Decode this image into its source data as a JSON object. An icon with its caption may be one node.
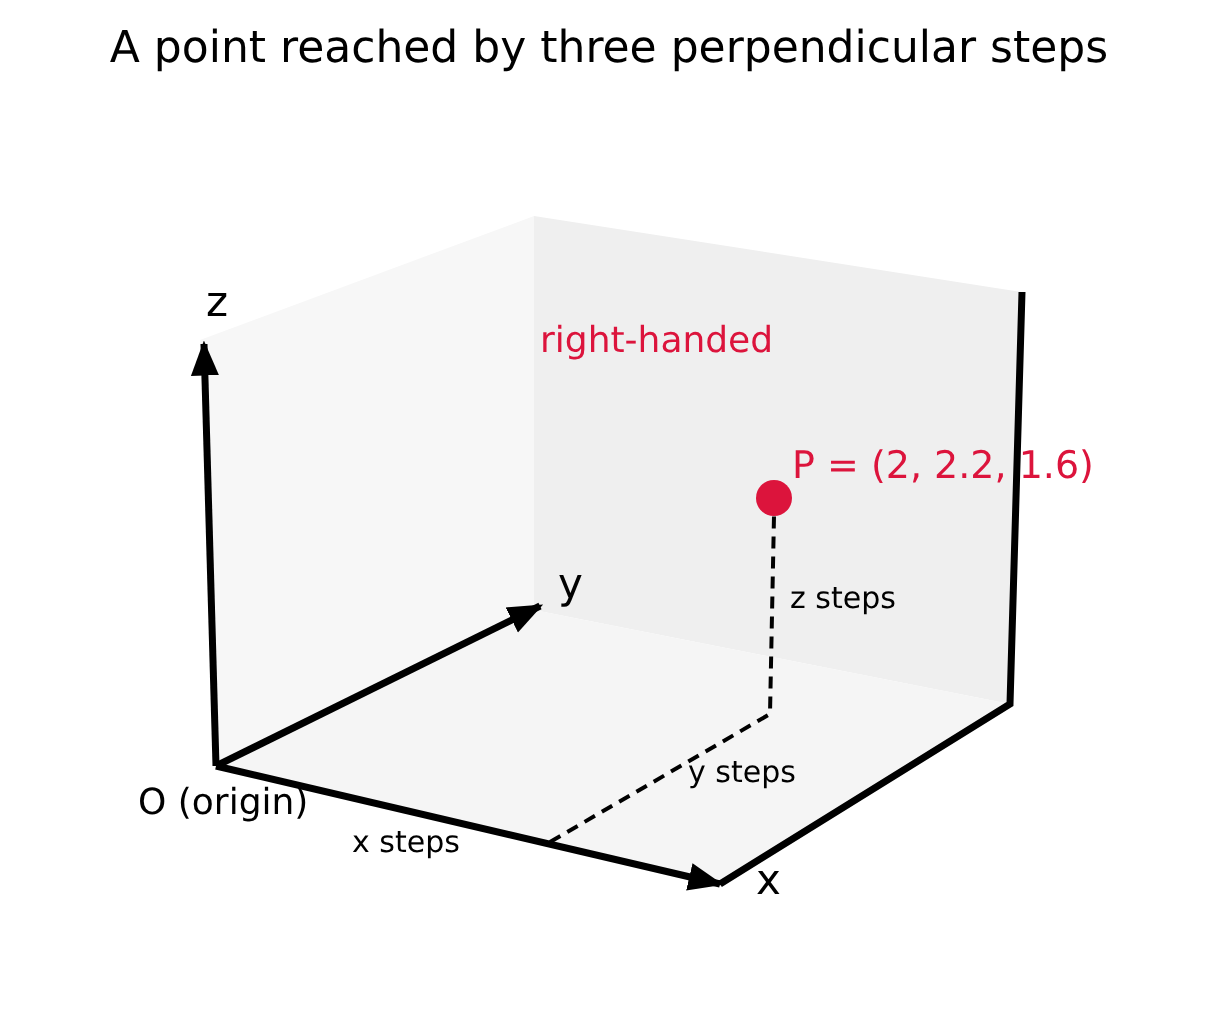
{
  "diagram": {
    "title": "A point reached by three perpendicular steps",
    "nodes": [
      {
        "text": [
          "O (origin)"
        ]
      },
      {
        "text": [
          "x"
        ]
      },
      {
        "text": [
          "y"
        ]
      },
      {
        "text": [
          "z"
        ]
      },
      {
        "text": [
          "P = (2, 2.2, 1.6)"
        ]
      }
    ],
    "edges": [
      {
        "from": 0,
        "to": 1,
        "arrow": "to"
      },
      {
        "from": 0,
        "to": 2,
        "arrow": "to"
      },
      {
        "from": 0,
        "to": 3,
        "arrow": "to"
      },
      {
        "from": null,
        "to": 4,
        "arrow": "none",
        "style": "dashed"
      }
    ],
    "labels": [
      "right-handed",
      "x steps",
      "y steps",
      "z steps"
    ]
  }
}
